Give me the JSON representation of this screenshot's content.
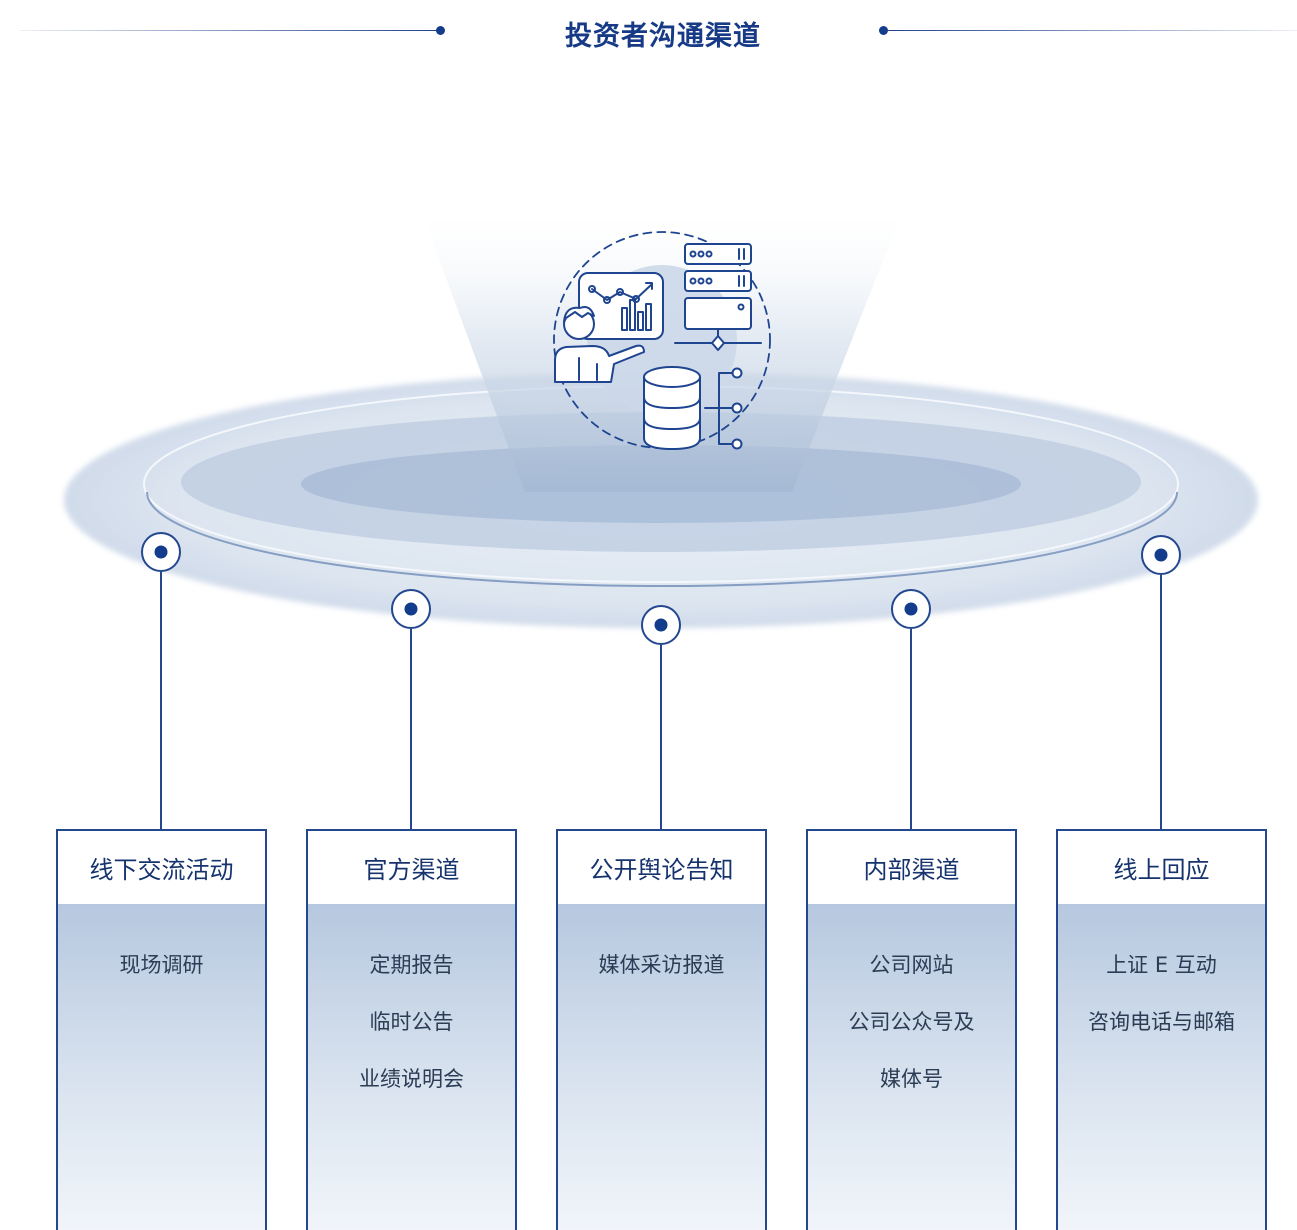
{
  "title": "投资者沟通渠道",
  "colors": {
    "accent": "#173a86",
    "line": "#24488f",
    "ring": "#d7e1ee",
    "card_gradient_top": "#b6c8df"
  },
  "hub": {
    "icons": [
      "presenter-chart-icon",
      "server-rack-icon",
      "database-icon",
      "network-nodes-icon"
    ]
  },
  "channels": [
    {
      "title": "线下交流活动",
      "items": [
        "现场调研"
      ]
    },
    {
      "title": "官方渠道",
      "items": [
        "定期报告",
        "临时公告",
        "业绩说明会"
      ]
    },
    {
      "title": "公开舆论告知",
      "items": [
        "媒体采访报道"
      ]
    },
    {
      "title": "内部渠道",
      "items": [
        "公司网站",
        "公司公众号及",
        "媒体号"
      ]
    },
    {
      "title": "线上回应",
      "items": [
        "上证 E 互动",
        "咨询电话与邮箱"
      ]
    }
  ]
}
